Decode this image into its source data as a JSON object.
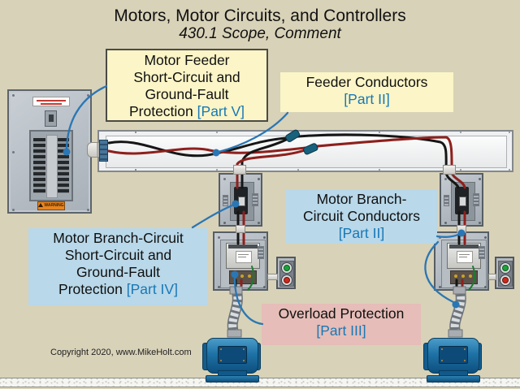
{
  "header": {
    "title": "Motors, Motor Circuits, and Controllers",
    "subtitle": "430.1 Scope, Comment"
  },
  "callouts": [
    {
      "id": "motor-feeder-protection",
      "text": "Motor Feeder\nShort-Circuit and\nGround-Fault\nProtection",
      "part": "[Part V]",
      "style": "yellow"
    },
    {
      "id": "feeder-conductors",
      "text": "Feeder Conductors",
      "part": "[Part II]",
      "style": "yellow"
    },
    {
      "id": "motor-branch-circuit-conductors",
      "text": "Motor Branch-\nCircuit Conductors",
      "part": "[Part II]",
      "style": "blue"
    },
    {
      "id": "motor-branch-circuit-protection",
      "text": "Motor Branch-Circuit\nShort-Circuit and\nGround-Fault\nProtection",
      "part": "[Part IV]",
      "style": "blue"
    },
    {
      "id": "overload-protection",
      "text": "Overload Protection",
      "part": "[Part III]",
      "style": "pink"
    }
  ],
  "panel": {
    "warning_label": "WARNING"
  },
  "footer": {
    "copyright": "Copyright 2020, www.MikeHolt.com"
  },
  "colors": {
    "background": "#d8d2b8",
    "callout_yellow": "#fbf5c7",
    "callout_blue": "#b9d8e9",
    "callout_pink": "#e6bdb8",
    "part_text": "#1878b6",
    "pointer_blue": "#2a77b4",
    "wire_black": "#161616",
    "wire_red": "#8e201c",
    "ground_green": "#1d7a2e",
    "motor_blue": "#1e72a5",
    "floor": "#f5f5f1"
  }
}
